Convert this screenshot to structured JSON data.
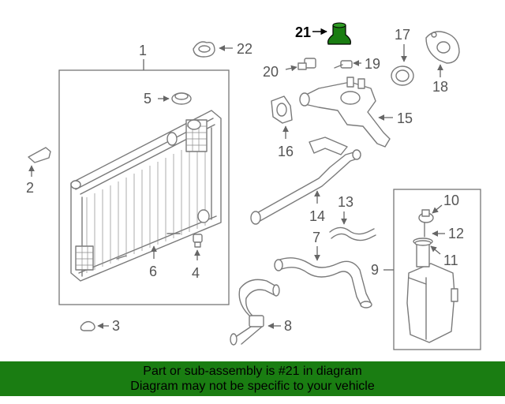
{
  "callouts": {
    "c1": "1",
    "c2": "2",
    "c3": "3",
    "c4": "4",
    "c5": "5",
    "c6": "6",
    "c7": "7",
    "c8": "8",
    "c9": "9",
    "c10": "10",
    "c11": "11",
    "c12": "12",
    "c13": "13",
    "c14": "14",
    "c15": "15",
    "c16": "16",
    "c17": "17",
    "c18": "18",
    "c19": "19",
    "c20": "20",
    "c21": "21",
    "c22": "22"
  },
  "highlight": {
    "part": "21",
    "color": "#1a7d12"
  },
  "banner": {
    "line1": "Part or sub-assembly is #21 in diagram",
    "line2": "Diagram may not be specific to your vehicle",
    "background": "#1a7d12"
  }
}
